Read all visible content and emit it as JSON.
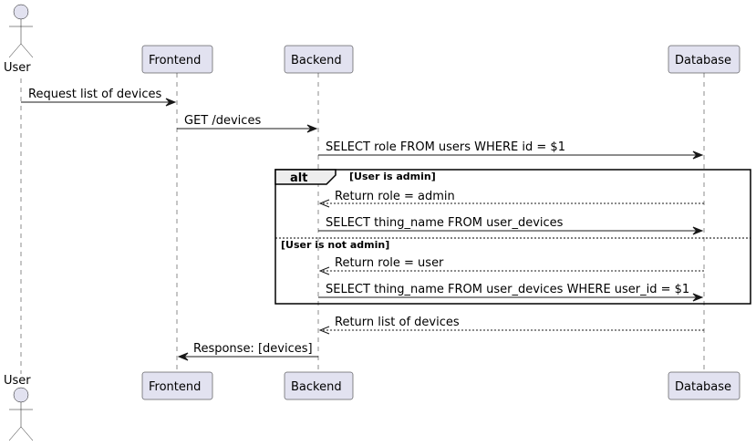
{
  "participants": {
    "user": "User",
    "frontend": "Frontend",
    "backend": "Backend",
    "database": "Database"
  },
  "messages": [
    {
      "text": "Request list of devices",
      "style": "solid"
    },
    {
      "text": "GET /devices",
      "style": "solid"
    },
    {
      "text": "SELECT role FROM users WHERE id = $1",
      "style": "solid"
    },
    {
      "text": "Return role = admin",
      "style": "dashed"
    },
    {
      "text": "SELECT thing_name FROM user_devices",
      "style": "solid"
    },
    {
      "text": "Return role = user",
      "style": "dashed"
    },
    {
      "text": "SELECT thing_name FROM user_devices WHERE user_id = $1",
      "style": "solid"
    },
    {
      "text": "Return list of devices",
      "style": "dashed"
    },
    {
      "text": "Response: [devices]",
      "style": "solid"
    }
  ],
  "fragment": {
    "keyword": "alt",
    "guard_1": "[User is admin]",
    "guard_2": "[User is not admin]"
  }
}
